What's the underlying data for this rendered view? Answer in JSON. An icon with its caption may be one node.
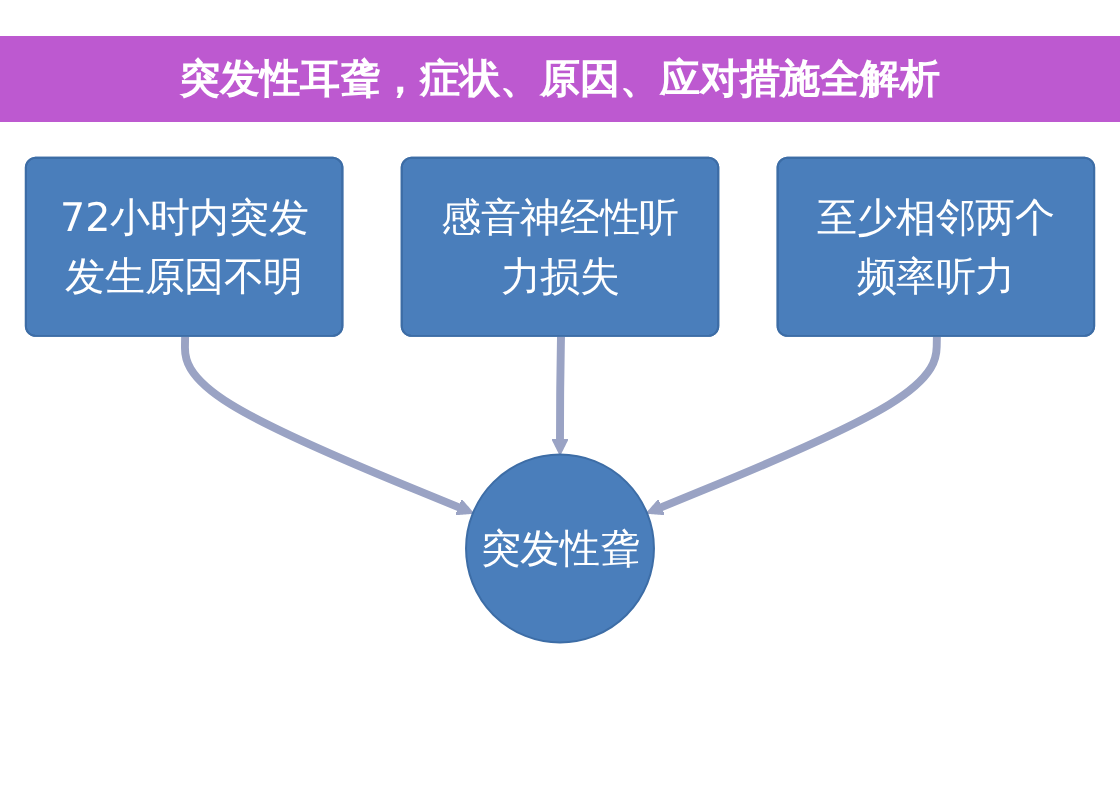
{
  "diagram": {
    "title": "突发性耳聋，症状、原因、应对措施全解析",
    "nodes": [
      {
        "text": [
          "72小时内突发发生原因不明"
        ]
      },
      {
        "text": [
          "感音神经性听力损失"
        ]
      },
      {
        "text": [
          "至少相邻两个频率听力"
        ]
      },
      {
        "text": [
          "突发性聋"
        ]
      }
    ],
    "edges": [
      {
        "from": 0,
        "to": 3,
        "arrow": "to"
      },
      {
        "from": 1,
        "to": 3,
        "arrow": "to"
      },
      {
        "from": 2,
        "to": 3,
        "arrow": "to"
      }
    ]
  }
}
